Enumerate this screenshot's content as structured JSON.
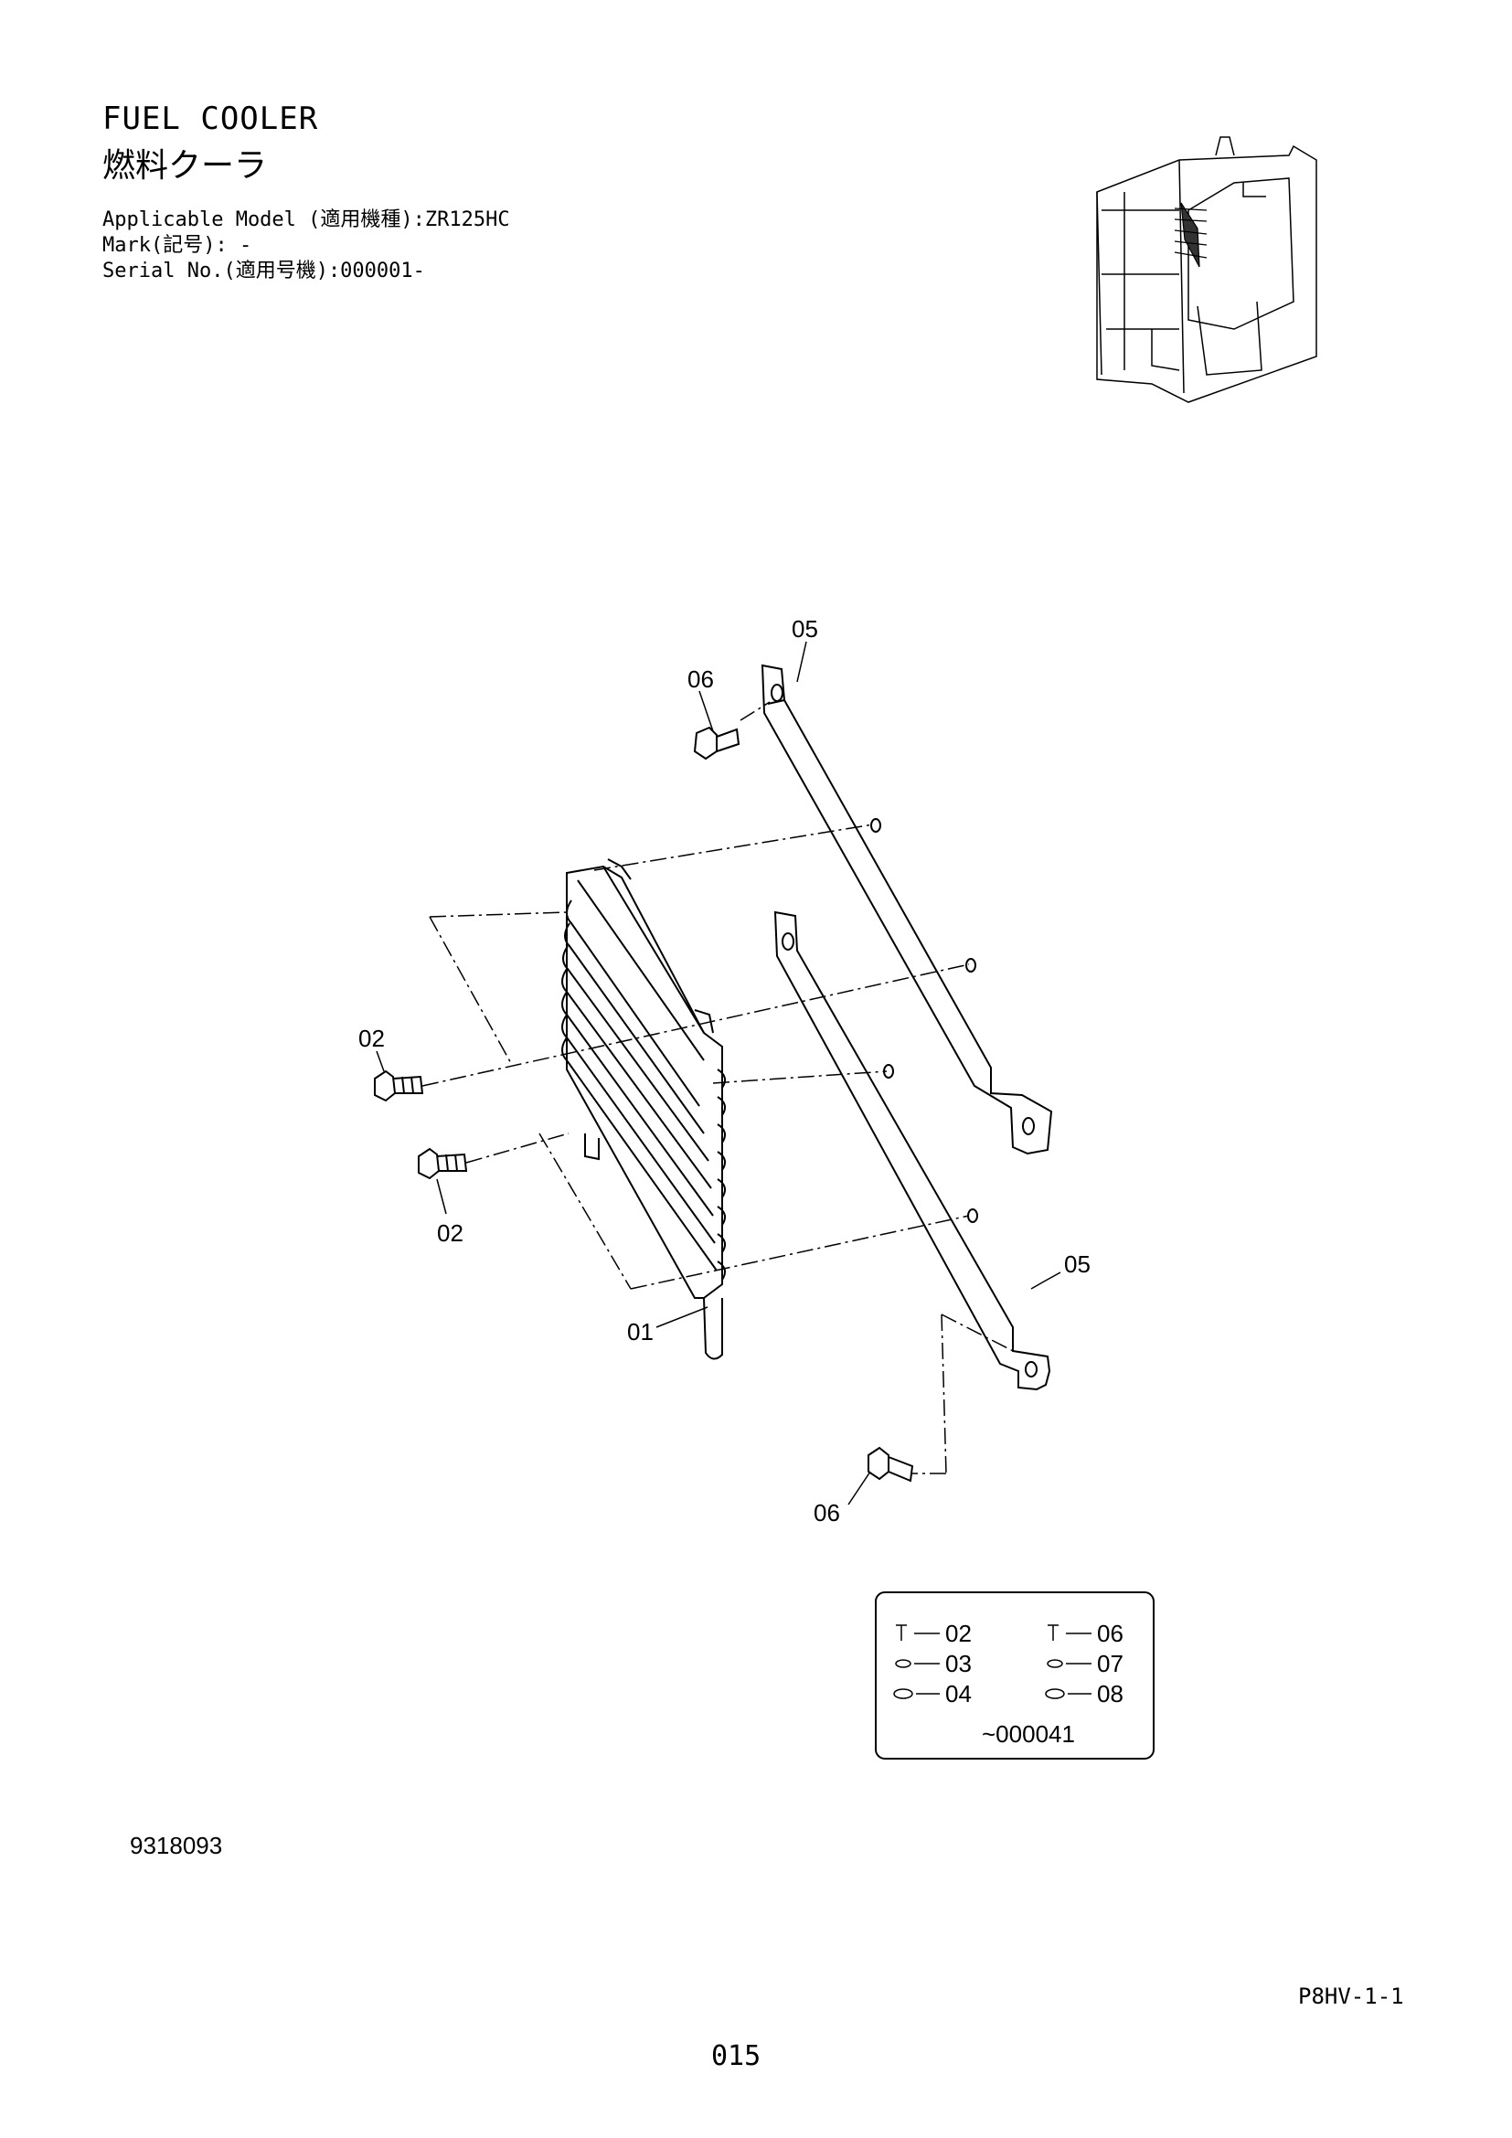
{
  "header": {
    "title": "FUEL COOLER",
    "title_jp": "燃料クーラ",
    "applicable_model": "Applicable Model (適用機種):ZR125HC",
    "mark": "Mark(記号): -",
    "serial": "Serial No.(適用号機):000001-"
  },
  "callouts": {
    "c05_top": "05",
    "c06_top": "06",
    "c02_left": "02",
    "c02_lower": "02",
    "c05_right": "05",
    "c01": "01",
    "c06_bottom": "06"
  },
  "legend": {
    "items": [
      "02",
      "03",
      "04",
      "06",
      "07",
      "08"
    ],
    "serial_range": "~000041"
  },
  "footer": {
    "doc_number": "9318093",
    "page_code": "P8HV-1-1",
    "page_number": "015"
  }
}
